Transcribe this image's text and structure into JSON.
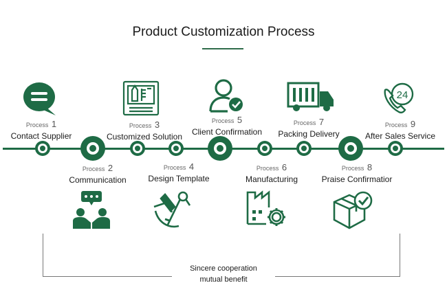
{
  "title": "Product Customization Process",
  "process_word": "Process",
  "steps": [
    {
      "number": "1",
      "name": "Contact Supplier",
      "icon": "chat-bubble-icon"
    },
    {
      "number": "2",
      "name": "Communication",
      "icon": "people-talking-icon"
    },
    {
      "number": "3",
      "name": "Customized Solution",
      "icon": "design-document-icon"
    },
    {
      "number": "4",
      "name": "Design Template",
      "icon": "drafting-compass-icon"
    },
    {
      "number": "5",
      "name": "Client Confirmation",
      "icon": "user-check-icon"
    },
    {
      "number": "6",
      "name": "Manufacturing",
      "icon": "factory-gear-icon"
    },
    {
      "number": "7",
      "name": "Packing Delivery",
      "icon": "delivery-truck-icon"
    },
    {
      "number": "8",
      "name": "Praise Confirmatior",
      "icon": "box-check-icon"
    },
    {
      "number": "9",
      "name": "After Sales Service",
      "icon": "phone-24-icon"
    }
  ],
  "footer": {
    "line1": "Sincere cooperation",
    "line2": "mutual benefit"
  },
  "colors": {
    "accent": "#1e6b45"
  }
}
